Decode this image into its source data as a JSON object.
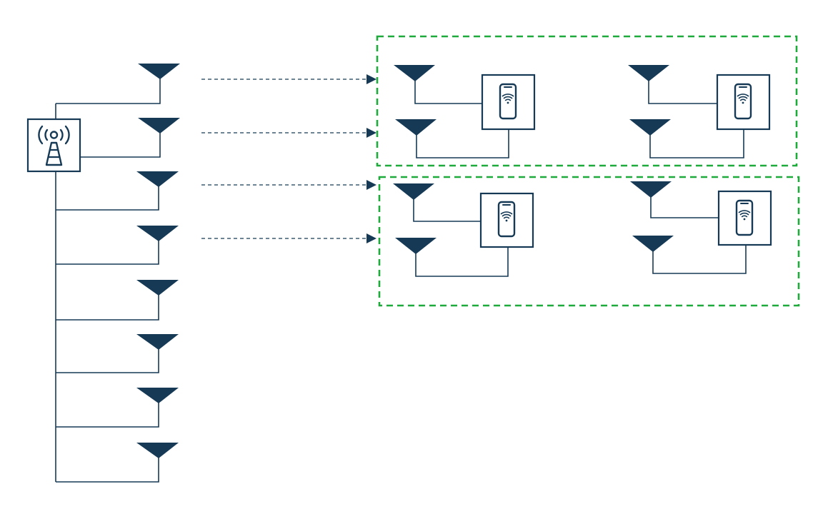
{
  "colors": {
    "line": "#163a56",
    "group_border": "#1faa3c",
    "background": "#ffffff"
  },
  "base_station": {
    "icon": "cell-tower-icon"
  },
  "transmit_antennas": {
    "count": 8,
    "icon": "antenna-icon"
  },
  "links": {
    "count": 4,
    "style": "dashed-arrow"
  },
  "user_groups": [
    {
      "users": [
        {
          "icon": "smartphone-wifi-icon",
          "antennas": 2
        },
        {
          "icon": "smartphone-wifi-icon",
          "antennas": 2
        }
      ]
    },
    {
      "users": [
        {
          "icon": "smartphone-wifi-icon",
          "antennas": 2
        },
        {
          "icon": "smartphone-wifi-icon",
          "antennas": 2
        }
      ]
    }
  ]
}
